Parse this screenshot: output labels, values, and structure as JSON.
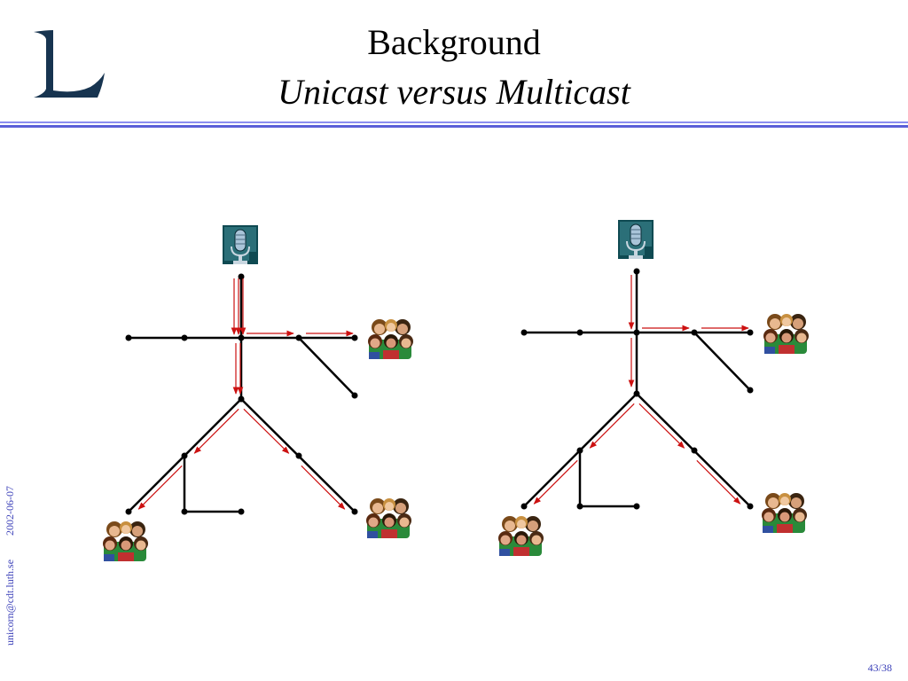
{
  "header": {
    "title": "Background",
    "subtitle": "Unicast versus Multicast"
  },
  "sidebar": {
    "email": "unicorn@cdt.luth.se",
    "date": "2002-06-07"
  },
  "footer": {
    "page": "43/38"
  },
  "colors": {
    "arrow": "#cc1111",
    "rule_light": "#8b8ef0",
    "rule_dark": "#5a5fd8",
    "sidebar_text": "#3a3fb8",
    "logo": "#173450"
  },
  "diagrams": [
    {
      "mode": "unicast",
      "source_icon": "microphone-icon",
      "receiver_icon": "group-of-people-icon",
      "receivers": 3
    },
    {
      "mode": "multicast",
      "source_icon": "microphone-icon",
      "receiver_icon": "group-of-people-icon",
      "receivers": 3
    }
  ]
}
